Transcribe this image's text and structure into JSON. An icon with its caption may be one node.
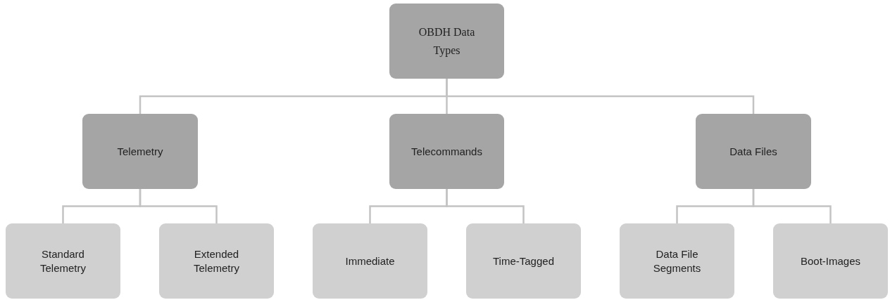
{
  "diagram": {
    "nodes": [
      {
        "text": [
          "OBDH Data Types"
        ]
      },
      {
        "text": [
          "Telemetry"
        ]
      },
      {
        "text": [
          "Telecommands"
        ]
      },
      {
        "text": [
          "Data Files"
        ]
      },
      {
        "text": [
          "Standard Telemetry"
        ]
      },
      {
        "text": [
          "Extended Telemetry"
        ]
      },
      {
        "text": [
          "Immediate"
        ]
      },
      {
        "text": [
          "Time-Tagged"
        ]
      },
      {
        "text": [
          "Data File Segments"
        ]
      },
      {
        "text": [
          "Boot-Images"
        ]
      }
    ],
    "edges": [
      {
        "from": 0,
        "to": 1,
        "arrow": "none"
      },
      {
        "from": 0,
        "to": 2,
        "arrow": "none"
      },
      {
        "from": 0,
        "to": 3,
        "arrow": "none"
      },
      {
        "from": 1,
        "to": 4,
        "arrow": "none"
      },
      {
        "from": 1,
        "to": 5,
        "arrow": "none"
      },
      {
        "from": 2,
        "to": 6,
        "arrow": "none"
      },
      {
        "from": 2,
        "to": 7,
        "arrow": "none"
      },
      {
        "from": 3,
        "to": 8,
        "arrow": "none"
      },
      {
        "from": 3,
        "to": 9,
        "arrow": "none"
      }
    ]
  }
}
